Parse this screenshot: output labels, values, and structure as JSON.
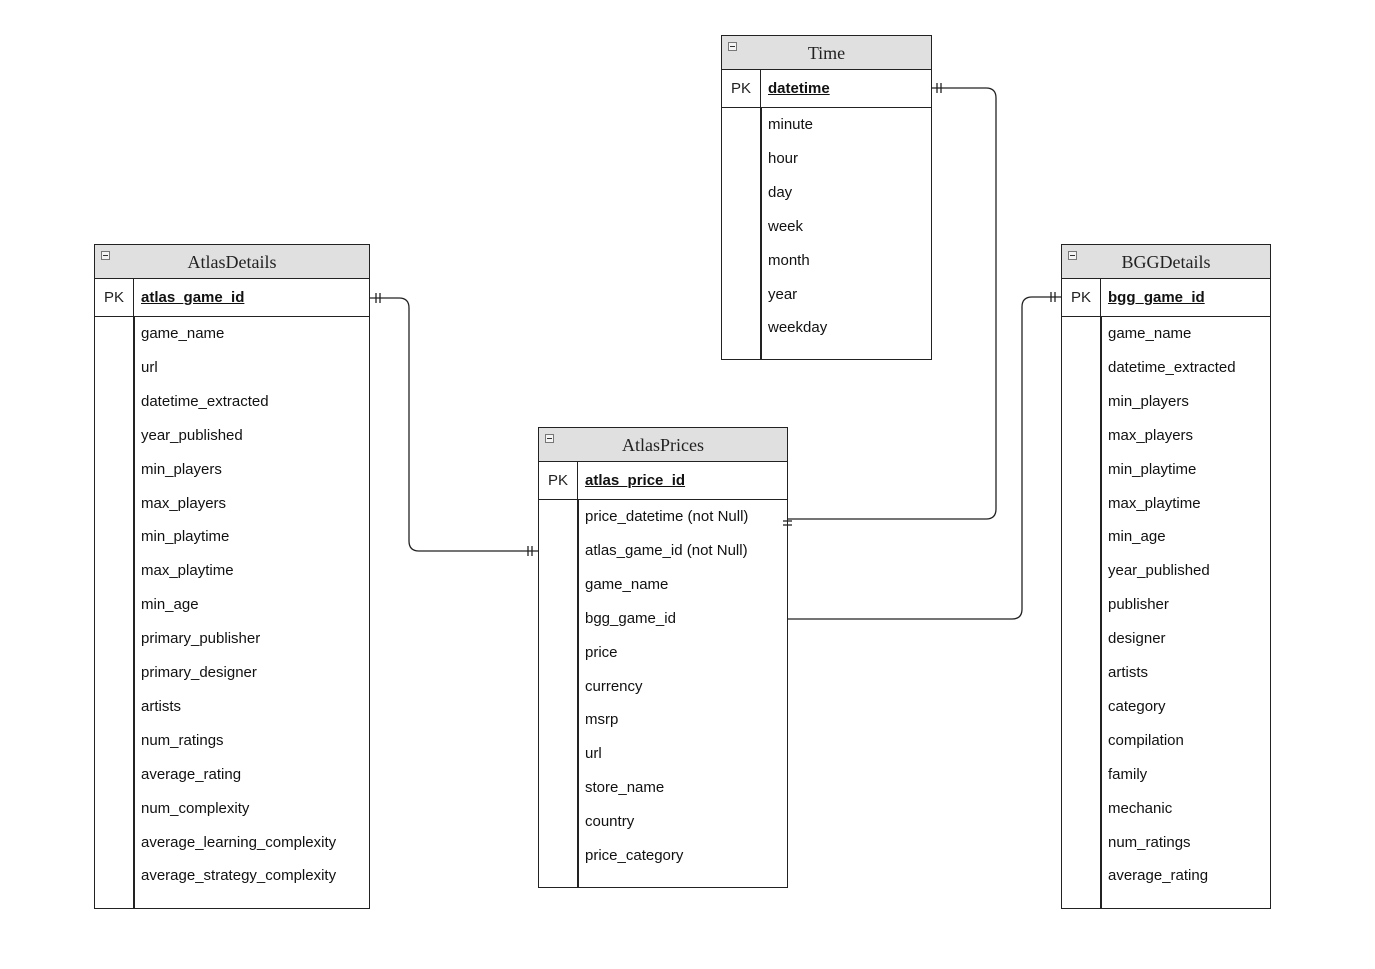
{
  "entities": {
    "time": {
      "title": "Time",
      "pk_label": "PK",
      "pk": "datetime",
      "attributes": [
        "minute",
        "hour",
        "day",
        "week",
        "month",
        "year",
        "weekday"
      ]
    },
    "atlas_details": {
      "title": "AtlasDetails",
      "pk_label": "PK",
      "pk": "atlas_game_id",
      "attributes": [
        "game_name",
        "url",
        "datetime_extracted",
        "year_published",
        "min_players",
        "max_players",
        "min_playtime",
        "max_playtime",
        "min_age",
        "primary_publisher",
        "primary_designer",
        "artists",
        "num_ratings",
        "average_rating",
        "num_complexity",
        "average_learning_complexity",
        "average_strategy_complexity"
      ]
    },
    "atlas_prices": {
      "title": "AtlasPrices",
      "pk_label": "PK",
      "pk": "atlas_price_id",
      "attributes": [
        "price_datetime (not Null)",
        "atlas_game_id (not Null)",
        "game_name",
        "bgg_game_id",
        "price",
        "currency",
        "msrp",
        "url",
        "store_name",
        "country",
        "price_category"
      ]
    },
    "bgg_details": {
      "title": "BGGDetails",
      "pk_label": "PK",
      "pk": "bgg_game_id",
      "attributes": [
        "game_name",
        "datetime_extracted",
        "min_players",
        "max_players",
        "min_playtime",
        "max_playtime",
        "min_age",
        "year_published",
        "publisher",
        "designer",
        "artists",
        "category",
        "compilation",
        "family",
        "mechanic",
        "num_ratings",
        "average_rating"
      ]
    }
  },
  "relationships": [
    {
      "from": "atlas_details.atlas_game_id",
      "to": "atlas_prices.atlas_game_id (not Null)",
      "notation": "one-and-only-one"
    },
    {
      "from": "time.datetime",
      "to": "atlas_prices.price_datetime (not Null)",
      "notation": "one-and-only-one"
    },
    {
      "from": "bgg_details.bgg_game_id",
      "to": "atlas_prices.bgg_game_id",
      "notation": "one-and-only-one"
    }
  ]
}
